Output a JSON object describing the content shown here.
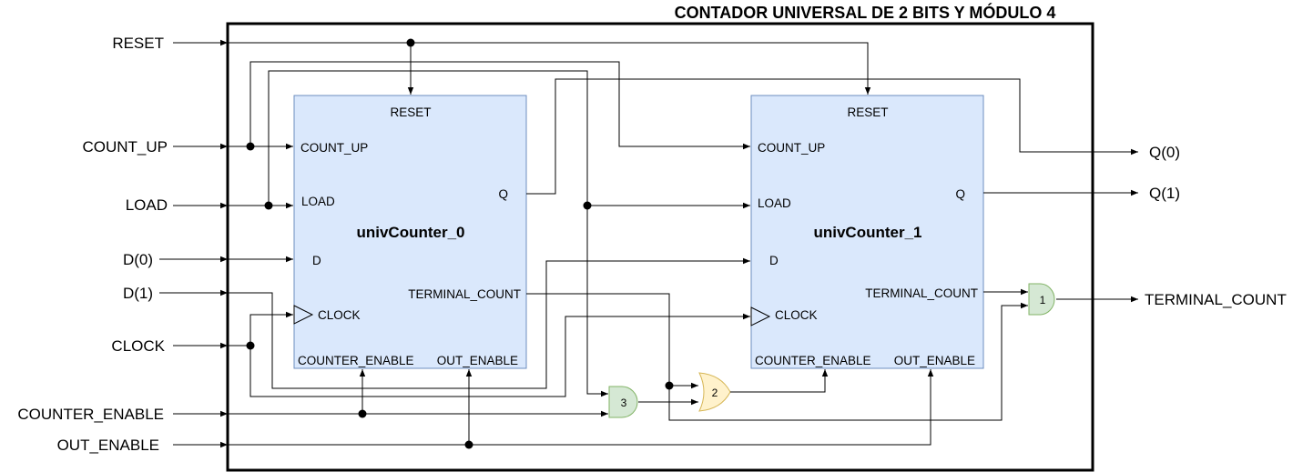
{
  "title": "CONTADOR UNIVERSAL DE 2 BITS Y MÓDULO 4",
  "inputs": {
    "reset": "RESET",
    "count_up": "COUNT_UP",
    "load": "LOAD",
    "d0": "D(0)",
    "d1": "D(1)",
    "clock": "CLOCK",
    "counter_enable": "COUNTER_ENABLE",
    "out_enable": "OUT_ENABLE"
  },
  "outputs": {
    "q0": "Q(0)",
    "q1": "Q(1)",
    "terminal_count": "TERMINAL_COUNT"
  },
  "counters": [
    {
      "name": "univCounter_0",
      "pins": {
        "reset": "RESET",
        "count_up": "COUNT_UP",
        "load": "LOAD",
        "d": "D",
        "clock": "CLOCK",
        "q": "Q",
        "terminal_count": "TERMINAL_COUNT",
        "counter_enable": "COUNTER_ENABLE",
        "out_enable": "OUT_ENABLE"
      }
    },
    {
      "name": "univCounter_1",
      "pins": {
        "reset": "RESET",
        "count_up": "COUNT_UP",
        "load": "LOAD",
        "d": "D",
        "clock": "CLOCK",
        "q": "Q",
        "terminal_count": "TERMINAL_COUNT",
        "counter_enable": "COUNTER_ENABLE",
        "out_enable": "OUT_ENABLE"
      }
    }
  ],
  "gates": {
    "and_1": "1",
    "or_2": "2",
    "and_3": "3"
  },
  "colors": {
    "block_fill": "#dae8fc",
    "block_stroke": "#6c8ebf",
    "and_fill": "#d5e8d4",
    "and_stroke": "#82b366",
    "or_fill": "#fff2cc",
    "or_stroke": "#d6b656",
    "wire": "#000000"
  }
}
